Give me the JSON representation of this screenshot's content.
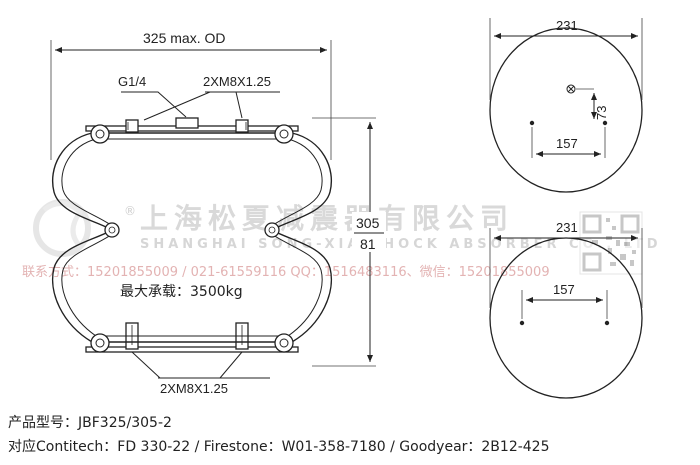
{
  "watermark": {
    "company_cn": "上海松夏减震器有限公司",
    "company_en": "SHANGHAI SONG-XIA SHOCK ABSORBER CO., LTD",
    "contact": "联系方式：15201855009 / 021-61559116  QQ：1516483116、微信：15201855009"
  },
  "drawing": {
    "od_label": "325 max. OD",
    "port_label": "G1/4",
    "top_bolt_label": "2XM8X1.25",
    "bottom_bolt_label": "2XM8X1.25",
    "height_max": "305",
    "height_min": "81",
    "max_load": "最大承载：3500kg"
  },
  "top_plate": {
    "diameter": "231",
    "offset": "73",
    "bolt_spacing": "157"
  },
  "bottom_plate": {
    "diameter": "231",
    "bolt_spacing": "157"
  },
  "spec": {
    "model": "产品型号：JBF325/305-2",
    "cross_reference": "对应Contitech：FD 330-22  / Firestone：W01-358-7180 / Goodyear：2B12-425"
  }
}
